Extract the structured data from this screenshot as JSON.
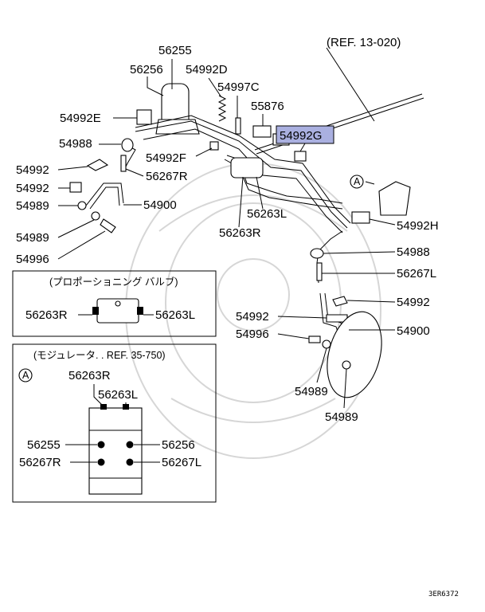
{
  "ref_top": "(REF. 13-020)",
  "labels": {
    "p56255": "56255",
    "p56256": "56256",
    "p54992D": "54992D",
    "p54997C": "54997C",
    "p55876": "55876",
    "p54992E": "54992E",
    "p54992G": "54992G",
    "p54988_left": "54988",
    "p54992F": "54992F",
    "p54992_l1": "54992",
    "p56267R": "56267R",
    "p54992_l2": "54992",
    "p54989_l1": "54989",
    "p54900_l": "54900",
    "p56263L": "56263L",
    "p56263R": "56263R",
    "p54992H": "54992H",
    "p54989_l2": "54989",
    "p54996_l": "54996",
    "p54988_right": "54988",
    "p56267L": "56267L",
    "p54992_r1": "54992",
    "p54992_r2": "54992",
    "p54900_r": "54900",
    "p54996_r": "54996",
    "p54989_r1": "54989",
    "p54989_r2": "54989",
    "circleA": "A"
  },
  "inset1": {
    "title": "(プロポーショニング バルブ)",
    "left": "56263R",
    "right": "56263L"
  },
  "inset2": {
    "title": "(モジュレータ. . REF. 35-750)",
    "marker": "A",
    "top1": "56263R",
    "top2": "56263L",
    "l1": "56255",
    "r1": "56256",
    "l2": "56267R",
    "r2": "56267L"
  },
  "diagram_code": "3ER6372",
  "highlight_color": "#aab0e0"
}
